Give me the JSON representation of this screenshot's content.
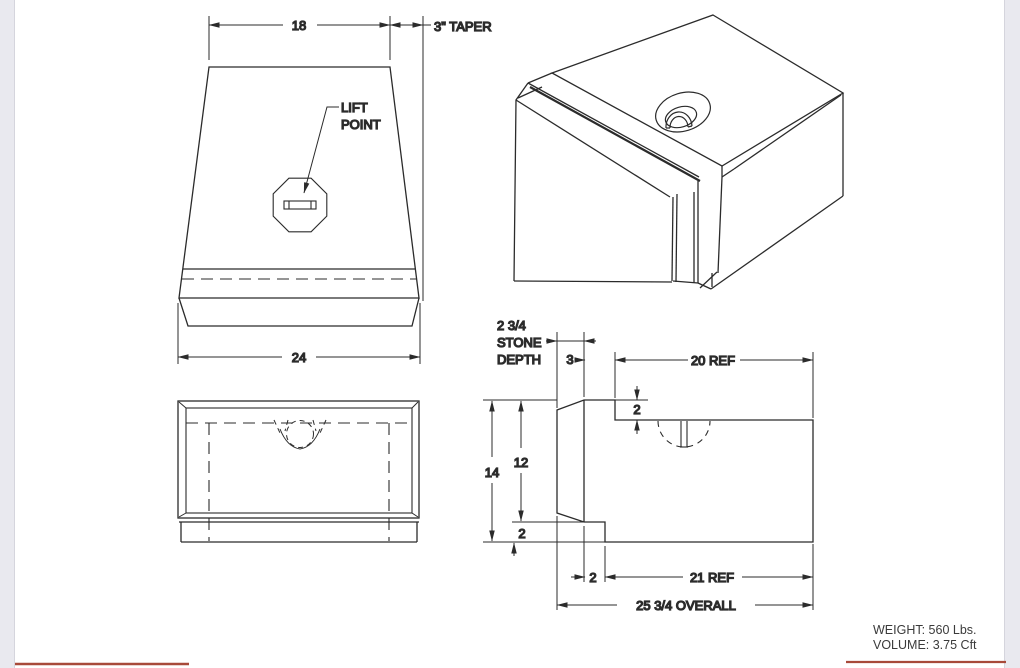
{
  "palette": {
    "line": "#2b2b2b",
    "sheet": "#ffffff",
    "backdrop": "#e9e9ef",
    "crop_red": "#a84a3a"
  },
  "plan_view": {
    "dim_top_width": "18",
    "taper_note": "3\" TAPER",
    "lift_label_line1": "LIFT",
    "lift_label_line2": "POINT",
    "dim_bottom_width": "24"
  },
  "section_view": {
    "stone_depth_line1": "2 3/4",
    "stone_depth_line2": "STONE",
    "stone_depth_line3": "DEPTH",
    "dim_front_offset": "3",
    "dim_top_ref": "20  REF",
    "dim_step": "2",
    "dim_height_overall": "14",
    "dim_height_upper": "12",
    "dim_height_lip": "2",
    "dim_lip_depth": "2",
    "dim_bottom_ref": "21  REF",
    "dim_overall": "25  3/4  OVERALL"
  },
  "notes": {
    "weight": "WEIGHT:  560 Lbs.",
    "volume": "VOLUME:  3.75 Cft"
  }
}
